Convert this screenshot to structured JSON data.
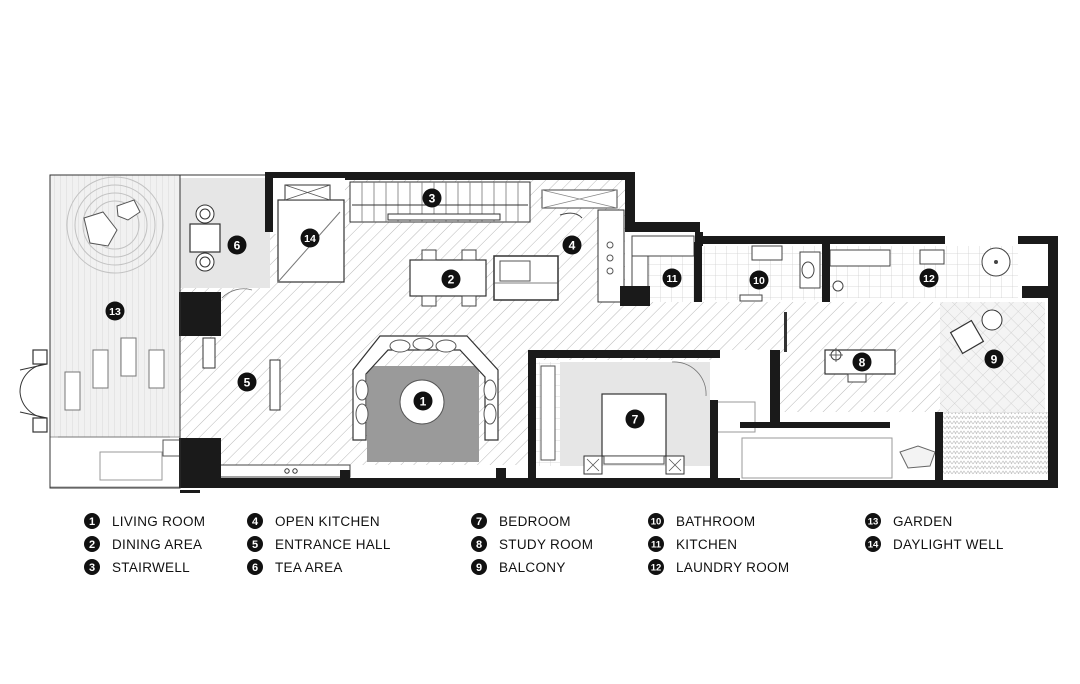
{
  "rooms": [
    {
      "num": "1",
      "name": "LIVING ROOM"
    },
    {
      "num": "2",
      "name": "DINING AREA"
    },
    {
      "num": "3",
      "name": "STAIRWELL"
    },
    {
      "num": "4",
      "name": "OPEN KITCHEN"
    },
    {
      "num": "5",
      "name": "ENTRANCE HALL"
    },
    {
      "num": "6",
      "name": "TEA AREA"
    },
    {
      "num": "7",
      "name": "BEDROOM"
    },
    {
      "num": "8",
      "name": "STUDY ROOM"
    },
    {
      "num": "9",
      "name": "BALCONY"
    },
    {
      "num": "10",
      "name": "BATHROOM"
    },
    {
      "num": "11",
      "name": "KITCHEN"
    },
    {
      "num": "12",
      "name": "LAUNDRY ROOM"
    },
    {
      "num": "13",
      "name": "GARDEN"
    },
    {
      "num": "14",
      "name": "DAYLIGHT WELL"
    }
  ],
  "colors": {
    "wall": "#1a1a1a",
    "marker_fill": "#111111",
    "marker_text": "#ffffff",
    "floor_hatch": "#b9b9b9",
    "rug": "#9a9a9a",
    "light_zone": "#e6e6e6",
    "garden_zone": "#ececec"
  }
}
